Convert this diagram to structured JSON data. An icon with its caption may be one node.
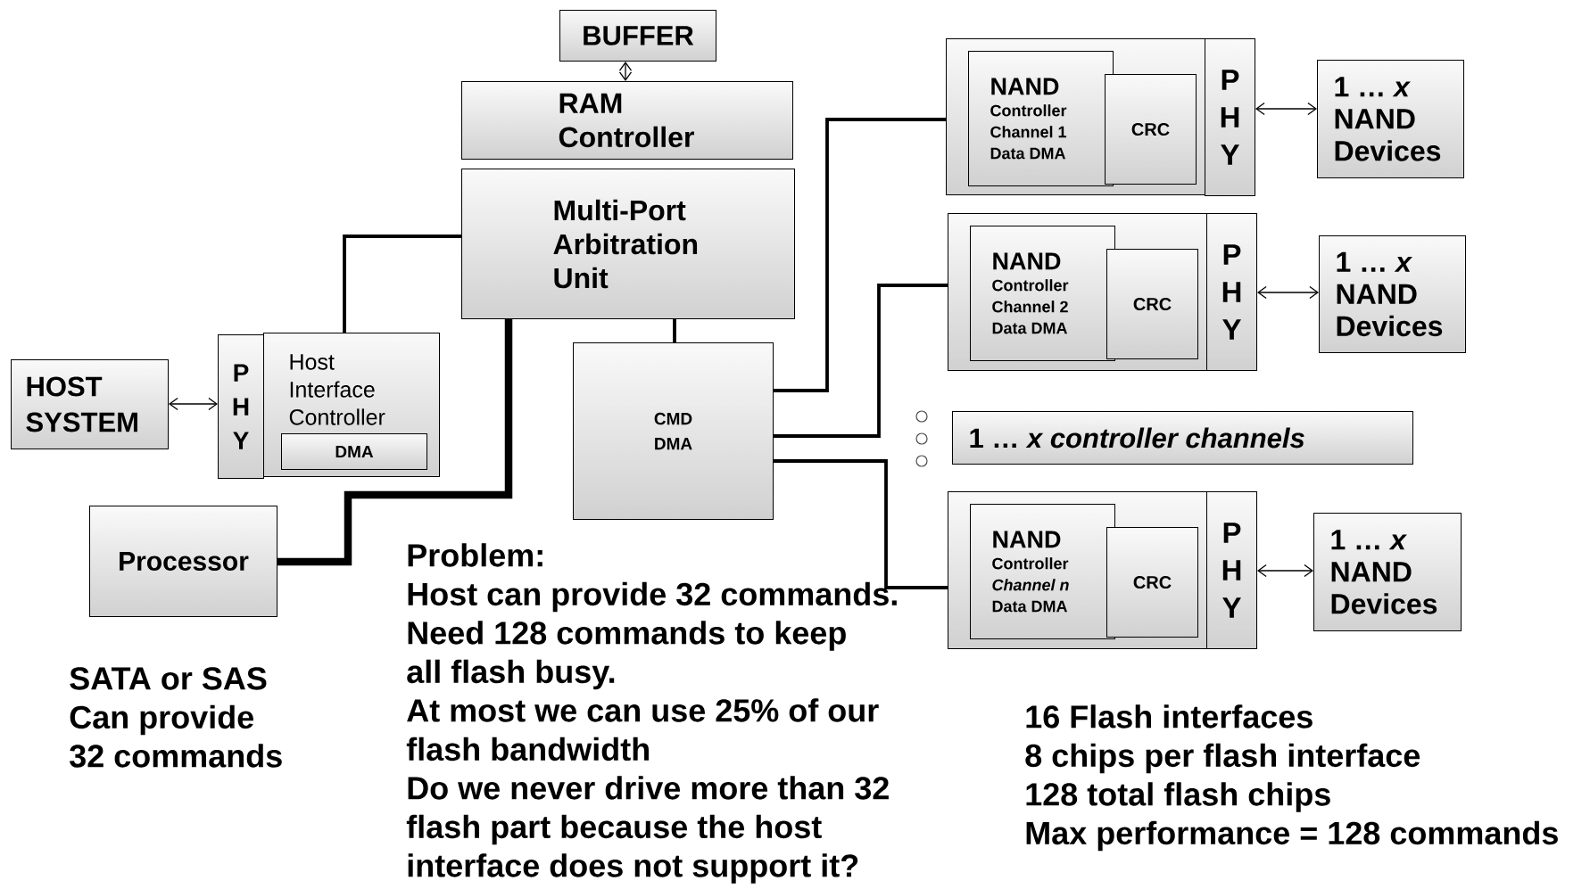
{
  "diagram": {
    "nodes": [
      {
        "text": [
          "BUFFER"
        ]
      },
      {
        "text": [
          "RAM Controller"
        ]
      },
      {
        "text": [
          "Multi-Port Arbitration Unit"
        ]
      },
      {
        "text": [
          "CMD DMA"
        ]
      },
      {
        "text": [
          "HOST SYSTEM"
        ]
      },
      {
        "text": [
          "P H Y"
        ]
      },
      {
        "text": [
          "Host Interface Controller"
        ]
      },
      {
        "text": [
          "DMA"
        ],
        "in": 6
      },
      {
        "text": [
          "Processor"
        ]
      },
      {
        "text": [],
        "shape": "box"
      },
      {
        "text": [
          "NAND",
          "Controller Channel 1 Data DMA"
        ],
        "in": 9
      },
      {
        "text": [
          "CRC"
        ],
        "in": 9
      },
      {
        "text": [
          "P H Y"
        ],
        "in": 9
      },
      {
        "text": [
          "1 … *x*",
          "NAND Devices"
        ]
      },
      {
        "text": [],
        "shape": "box"
      },
      {
        "text": [
          "NAND",
          "Controller Channel 2 Data DMA"
        ],
        "in": 14
      },
      {
        "text": [
          "CRC"
        ],
        "in": 14
      },
      {
        "text": [
          "P H Y"
        ],
        "in": 14
      },
      {
        "text": [
          "1 … *x*",
          "NAND Devices"
        ]
      },
      {
        "text": [
          "1 … *x controller channels*"
        ]
      },
      {
        "text": [],
        "shape": "box"
      },
      {
        "text": [
          "NAND",
          "Controller *Channel n* Data DMA"
        ],
        "in": 20
      },
      {
        "text": [
          "CRC"
        ],
        "in": 20
      },
      {
        "text": [
          "P H Y"
        ],
        "in": 20
      },
      {
        "text": [
          "1 … *x*",
          "NAND Devices"
        ]
      }
    ],
    "edges": [
      {
        "from": 0,
        "to": 1,
        "arrow": "both"
      },
      {
        "from": 4,
        "to": 5,
        "arrow": "both"
      },
      {
        "from": 2,
        "to": 6,
        "arrow": "none"
      },
      {
        "from": 2,
        "to": 8,
        "arrow": "none",
        "style": "thick"
      },
      {
        "from": 2,
        "to": 3,
        "arrow": "none"
      },
      {
        "from": 3,
        "to": 9,
        "arrow": "none"
      },
      {
        "from": 3,
        "to": 14,
        "arrow": "none"
      },
      {
        "from": 3,
        "to": 20,
        "arrow": "none"
      },
      {
        "from": 12,
        "to": 13,
        "arrow": "both"
      },
      {
        "from": 17,
        "to": 18,
        "arrow": "both"
      },
      {
        "from": 23,
        "to": 24,
        "arrow": "both"
      }
    ],
    "labels": [
      "SATA or SAS Can provide 32 commands",
      "Problem:",
      "Host can provide 32 commands.",
      "Need 128 commands to keep all flash busy.",
      "At most we can use 25% of our flash bandwidth",
      "Do we never drive more than 32 flash part because the host interface does not support it?",
      "16 Flash interfaces",
      "8 chips per flash interface",
      "128 total flash chips",
      "Max performance = 128 commands"
    ]
  }
}
